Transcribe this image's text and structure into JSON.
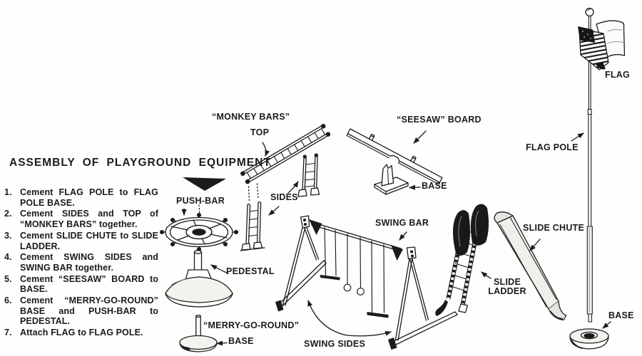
{
  "title": "ASSEMBLY OF PLAYGROUND EQUIPMENT",
  "steps": [
    {
      "num": "1.",
      "text": "Cement FLAG POLE to FLAG POLE BASE."
    },
    {
      "num": "2.",
      "text": "Cement SIDES and TOP of “MONKEY BARS” together."
    },
    {
      "num": "3.",
      "text": "Cement SLIDE CHUTE to SLIDE LADDER."
    },
    {
      "num": "4.",
      "text": "Cement SWING SIDES and SWING BAR together."
    },
    {
      "num": "5.",
      "text": "Cement “SEESAW” BOARD to BASE."
    },
    {
      "num": "6.",
      "text": "Cement “MERRY-GO-ROUND” BASE and PUSH-BAR to PEDESTAL."
    },
    {
      "num": "7.",
      "text": "Attach FLAG to FLAG POLE."
    }
  ],
  "labels": {
    "push_bar": "PUSH-BAR",
    "pedestal": "PEDESTAL",
    "merry_go_round": "“MERRY-GO-ROUND”",
    "merry_go_round_base": "BASE",
    "monkey_bars": "“MONKEY BARS”",
    "monkey_bars_top": "TOP",
    "monkey_bars_sides": "SIDES",
    "seesaw_board": "“SEESAW” BOARD",
    "seesaw_base": "BASE",
    "swing_bar": "SWING BAR",
    "swing_sides": "SWING SIDES",
    "slide_chute": "SLIDE CHUTE",
    "slide_ladder": "SLIDE LADDER",
    "flag": "FLAG",
    "flag_pole": "FLAG POLE",
    "flag_pole_base": "BASE"
  },
  "colors": {
    "ink": "#1b1b1b",
    "paper": "#fefefc"
  }
}
